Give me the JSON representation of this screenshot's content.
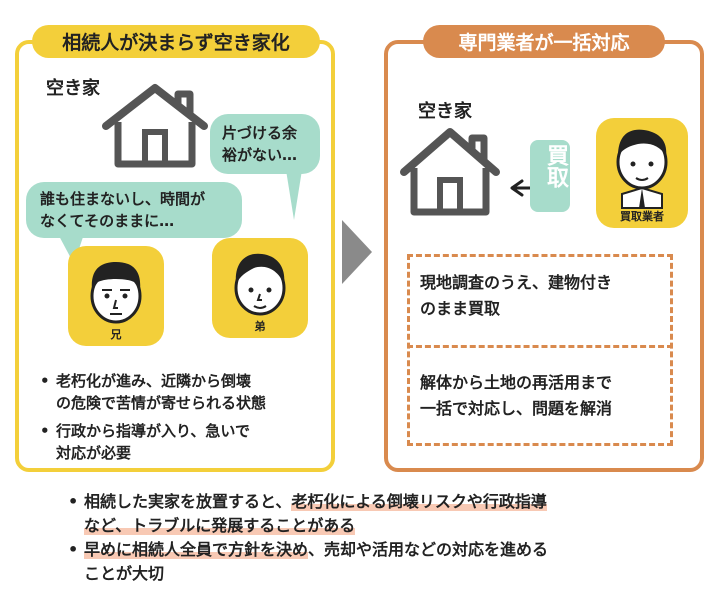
{
  "left": {
    "title": "相続人が決まらず空き家化",
    "house_label": "空き家",
    "bubble_right": [
      "片づける余",
      "裕がない…"
    ],
    "bubble_left": [
      "誰も住まないし、時間が",
      "なくてそのままに…"
    ],
    "person_older": "兄",
    "person_younger": "弟",
    "bullets": [
      [
        "老朽化が進み、近隣から倒壊",
        "の危険で苦情が寄せられる状態"
      ],
      [
        "行政から指導が入り、急いで",
        "対応が必要"
      ]
    ]
  },
  "right": {
    "title": "専門業者が一括対応",
    "house_label": "空き家",
    "buy_tag": "買取",
    "buyer_label": "買取業者",
    "box1": [
      "現地調査のうえ、建物付き",
      "のまま買取"
    ],
    "box2": [
      "解体から土地の再活用まで",
      "一括で対応し、問題を解消"
    ]
  },
  "bottom": {
    "bullet1_line1_plain": "相続した実家を放置すると、",
    "bullet1_line1_hl": "老朽化による倒壊リスクや行政指導",
    "bullet1_line2_hl": "など、トラブルに発展することがある",
    "bullet2_line1_hl": "早めに相続人全員で方針を決め",
    "bullet2_line1_plain": "、売却や活用などの対応を進める",
    "bullet2_line2_plain": "ことが大切"
  },
  "colors": {
    "yellow": "#f3cf3a",
    "orange": "#d98a4e",
    "mint": "#a7dccb",
    "house_gray": "#555555",
    "arrow_gray": "#8a8a8a",
    "highlight": "#f8c9b4"
  }
}
